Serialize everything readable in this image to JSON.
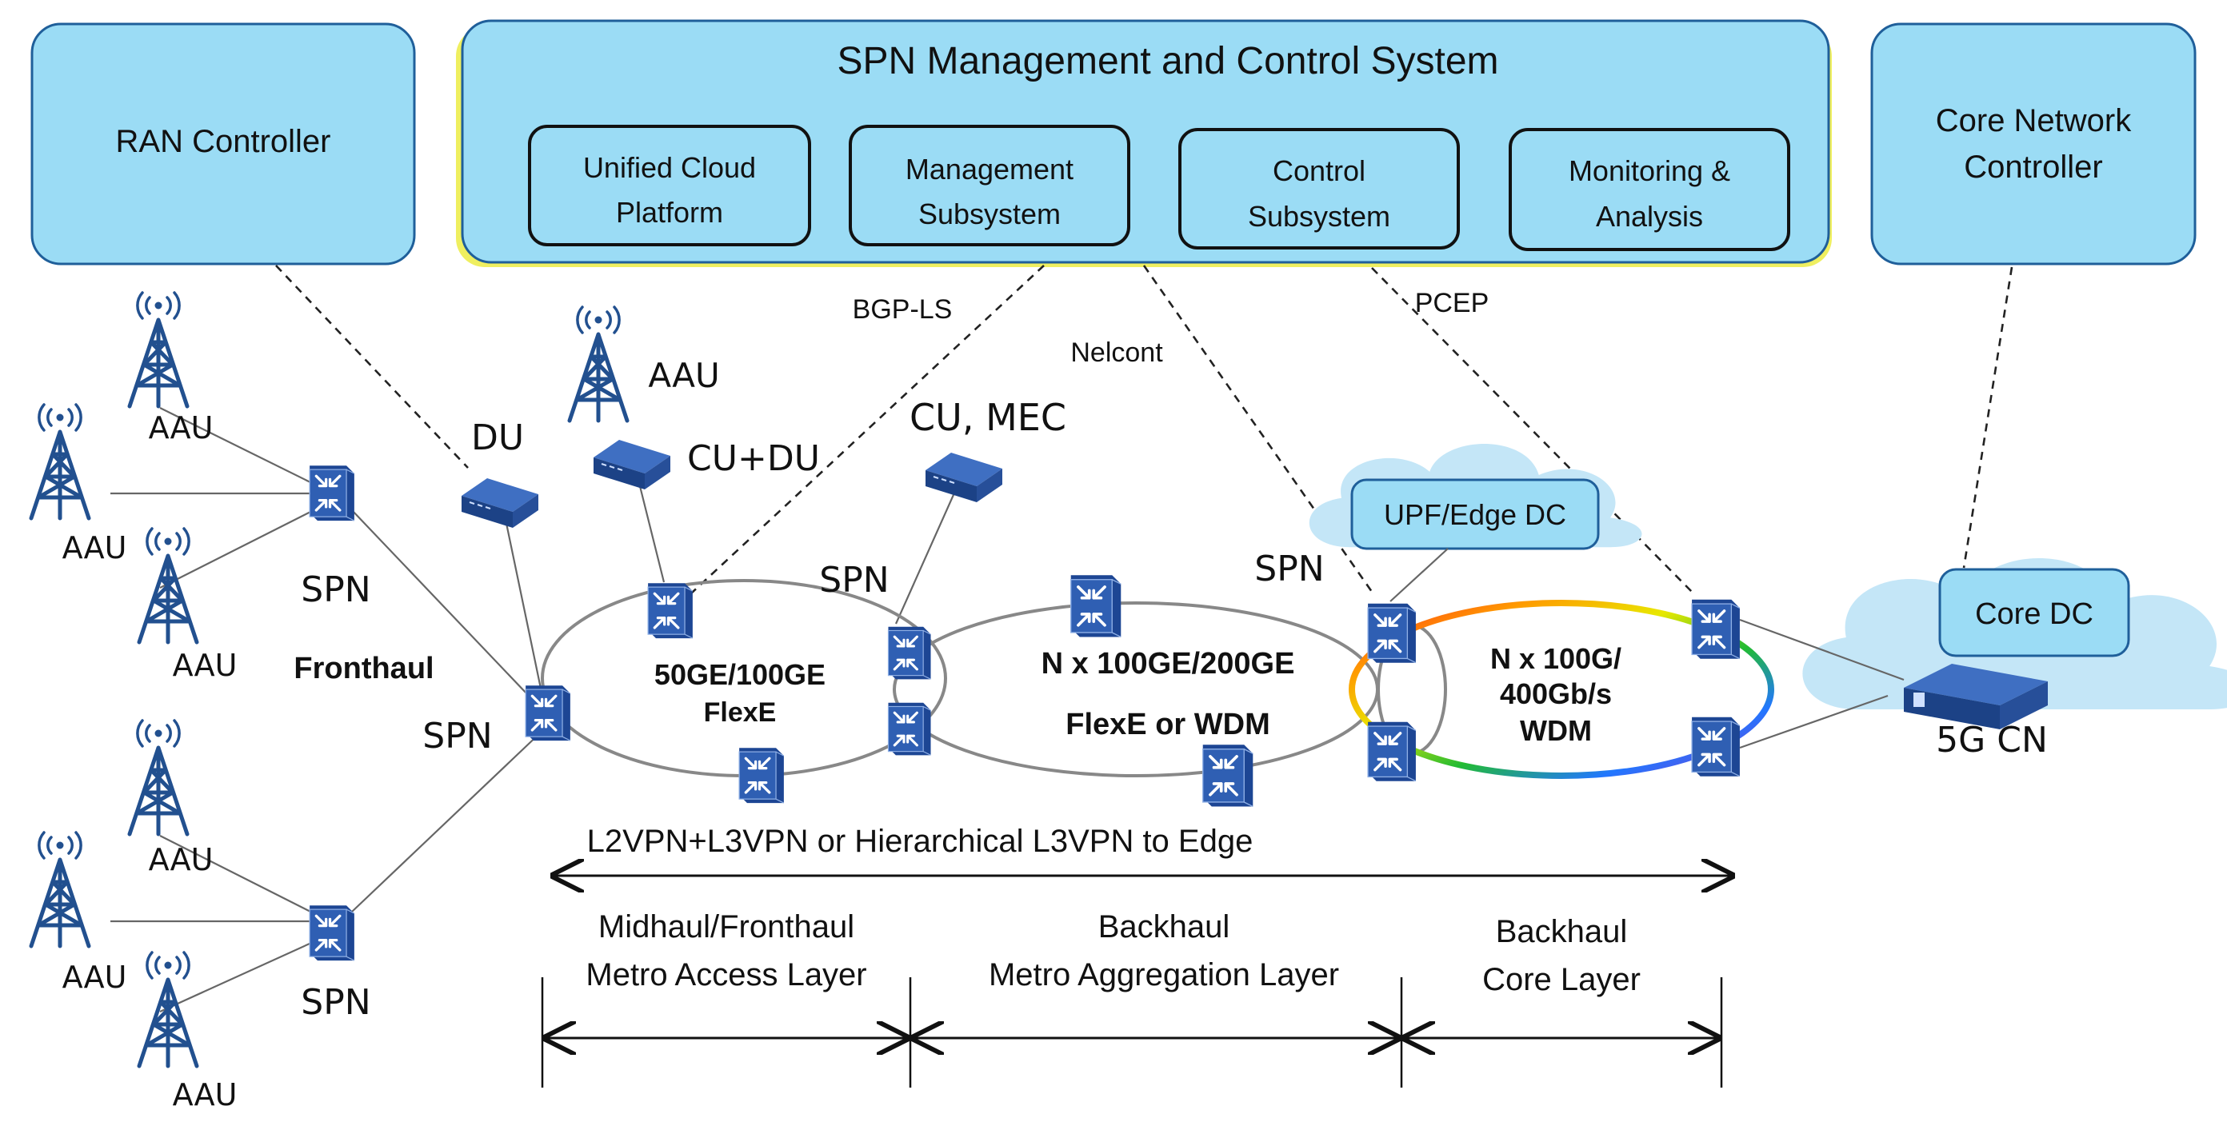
{
  "controllers": {
    "ran": "RAN Controller",
    "spn_title": "SPN Management and Control System",
    "unified_1": "Unified Cloud",
    "unified_2": "Platform",
    "mgmt_1": "Management",
    "mgmt_2": "Subsystem",
    "ctrl_1": "Control",
    "ctrl_2": "Subsystem",
    "mon_1": "Monitoring &",
    "mon_2": "Analysis",
    "core_1": "Core Network",
    "core_2": "Controller"
  },
  "protocols": {
    "bgp": "BGP-LS",
    "netconf": "Nelcont",
    "pcep": "PCEP"
  },
  "nodes": {
    "aau": "AAU",
    "spn": "SPN",
    "du": "DU",
    "cu_du": "CU+DU",
    "cu_mec": "CU, MEC",
    "fronthaul": "Fronthaul",
    "upf": "UPF/Edge DC",
    "core_dc": "Core DC",
    "cn": "5G CN"
  },
  "rings": {
    "access_1": "50GE/100GE",
    "access_2": "FlexE",
    "agg_1": "N x 100GE/200GE",
    "agg_2": "FlexE or WDM",
    "core_1": "N x 100G/",
    "core_2": "400Gb/s",
    "core_3": "WDM"
  },
  "vpn": "L2VPN+L3VPN or Hierarchical L3VPN to Edge",
  "layers": {
    "access_1": "Midhaul/Fronthaul",
    "access_2": "Metro Access Layer",
    "agg_1": "Backhaul",
    "agg_2": "Metro Aggregation Layer",
    "core_1": "Backhaul",
    "core_2": "Core Layer"
  },
  "colors": {
    "box_fill": "#9bdcf5",
    "router": "#244f9e",
    "cloud": "#bfe4f6"
  }
}
